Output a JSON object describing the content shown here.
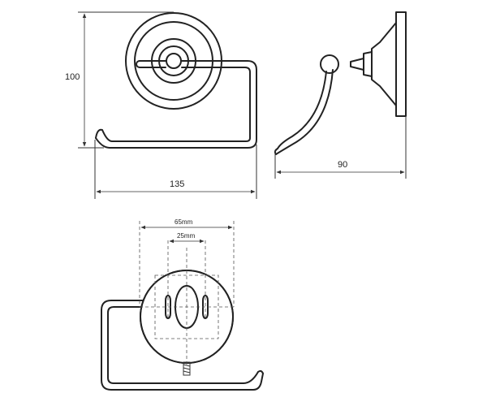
{
  "dimensions": {
    "height": "100",
    "width": "135",
    "depth": "90",
    "mount_outer": "65mm",
    "mount_inner": "25mm"
  }
}
